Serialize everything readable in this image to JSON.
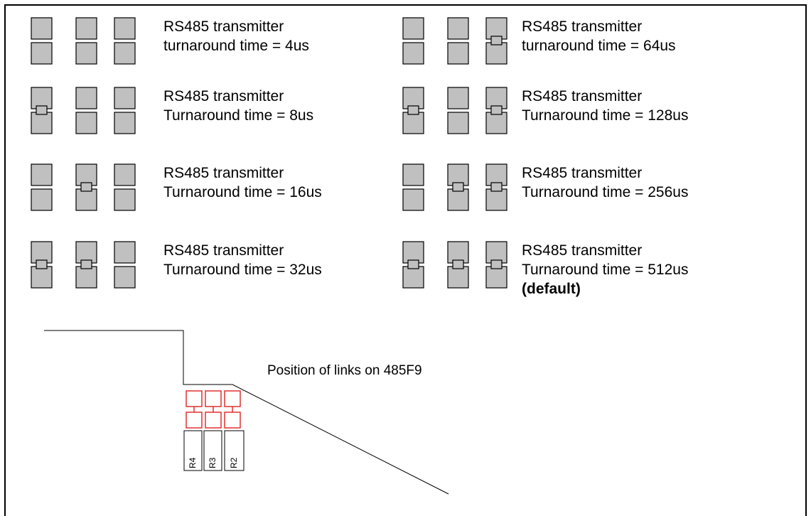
{
  "configs": [
    {
      "line1": "RS485 transmitter",
      "line2": "turnaround time = 4us",
      "line3": "",
      "links": [
        false,
        false,
        false
      ]
    },
    {
      "line1": "RS485 transmitter",
      "line2": "Turnaround time = 8us",
      "line3": "",
      "links": [
        true,
        false,
        false
      ]
    },
    {
      "line1": "RS485 transmitter",
      "line2": "Turnaround time = 16us",
      "line3": "",
      "links": [
        false,
        true,
        false
      ]
    },
    {
      "line1": "RS485 transmitter",
      "line2": "Turnaround time = 32us",
      "line3": "",
      "links": [
        true,
        true,
        false
      ]
    },
    {
      "line1": "RS485 transmitter",
      "line2": "turnaround time = 64us",
      "line3": "",
      "links": [
        false,
        false,
        true
      ]
    },
    {
      "line1": "RS485 transmitter",
      "line2": "Turnaround time = 128us",
      "line3": "",
      "links": [
        true,
        false,
        true
      ]
    },
    {
      "line1": "RS485 transmitter",
      "line2": "Turnaround time = 256us",
      "line3": "",
      "links": [
        false,
        true,
        true
      ]
    },
    {
      "line1": "RS485 transmitter",
      "line2": "Turnaround time = 512us",
      "line3": "(default)",
      "links": [
        true,
        true,
        true
      ]
    }
  ],
  "caption": "Position of links on 485F9",
  "resistors": [
    "R4",
    "R3",
    "R2"
  ],
  "colors": {
    "pad_fill": "#c0c0c0",
    "pad_stroke": "#000000",
    "board_link": "#e03030",
    "line": "#000000"
  }
}
